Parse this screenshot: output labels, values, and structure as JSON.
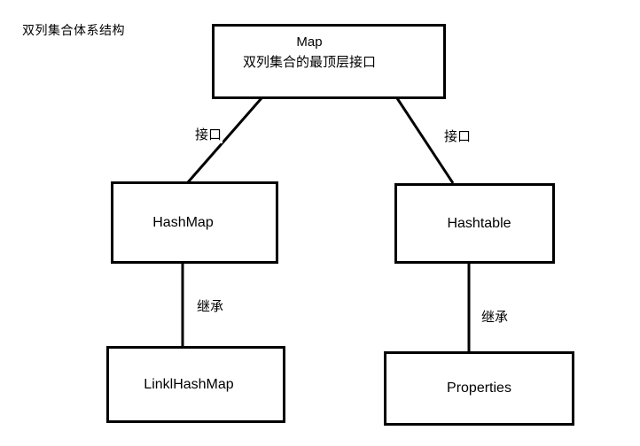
{
  "title": "双列集合体系结构",
  "nodes": {
    "map": {
      "title": "Map",
      "subtitle": "双列集合的最顶层接口"
    },
    "hashmap": {
      "label": "HashMap"
    },
    "hashtable": {
      "label": "Hashtable"
    },
    "linklhashmap": {
      "label": "LinklHashMap"
    },
    "properties": {
      "label": "Properties"
    }
  },
  "edges": {
    "map_to_hashmap": {
      "label": "接口"
    },
    "map_to_hashtable": {
      "label": "接口"
    },
    "hashmap_to_linklhashmap": {
      "label": "继承"
    },
    "hashtable_to_properties": {
      "label": "继承"
    }
  },
  "colors": {
    "stroke": "#000000",
    "background": "#ffffff",
    "text": "#000000"
  }
}
